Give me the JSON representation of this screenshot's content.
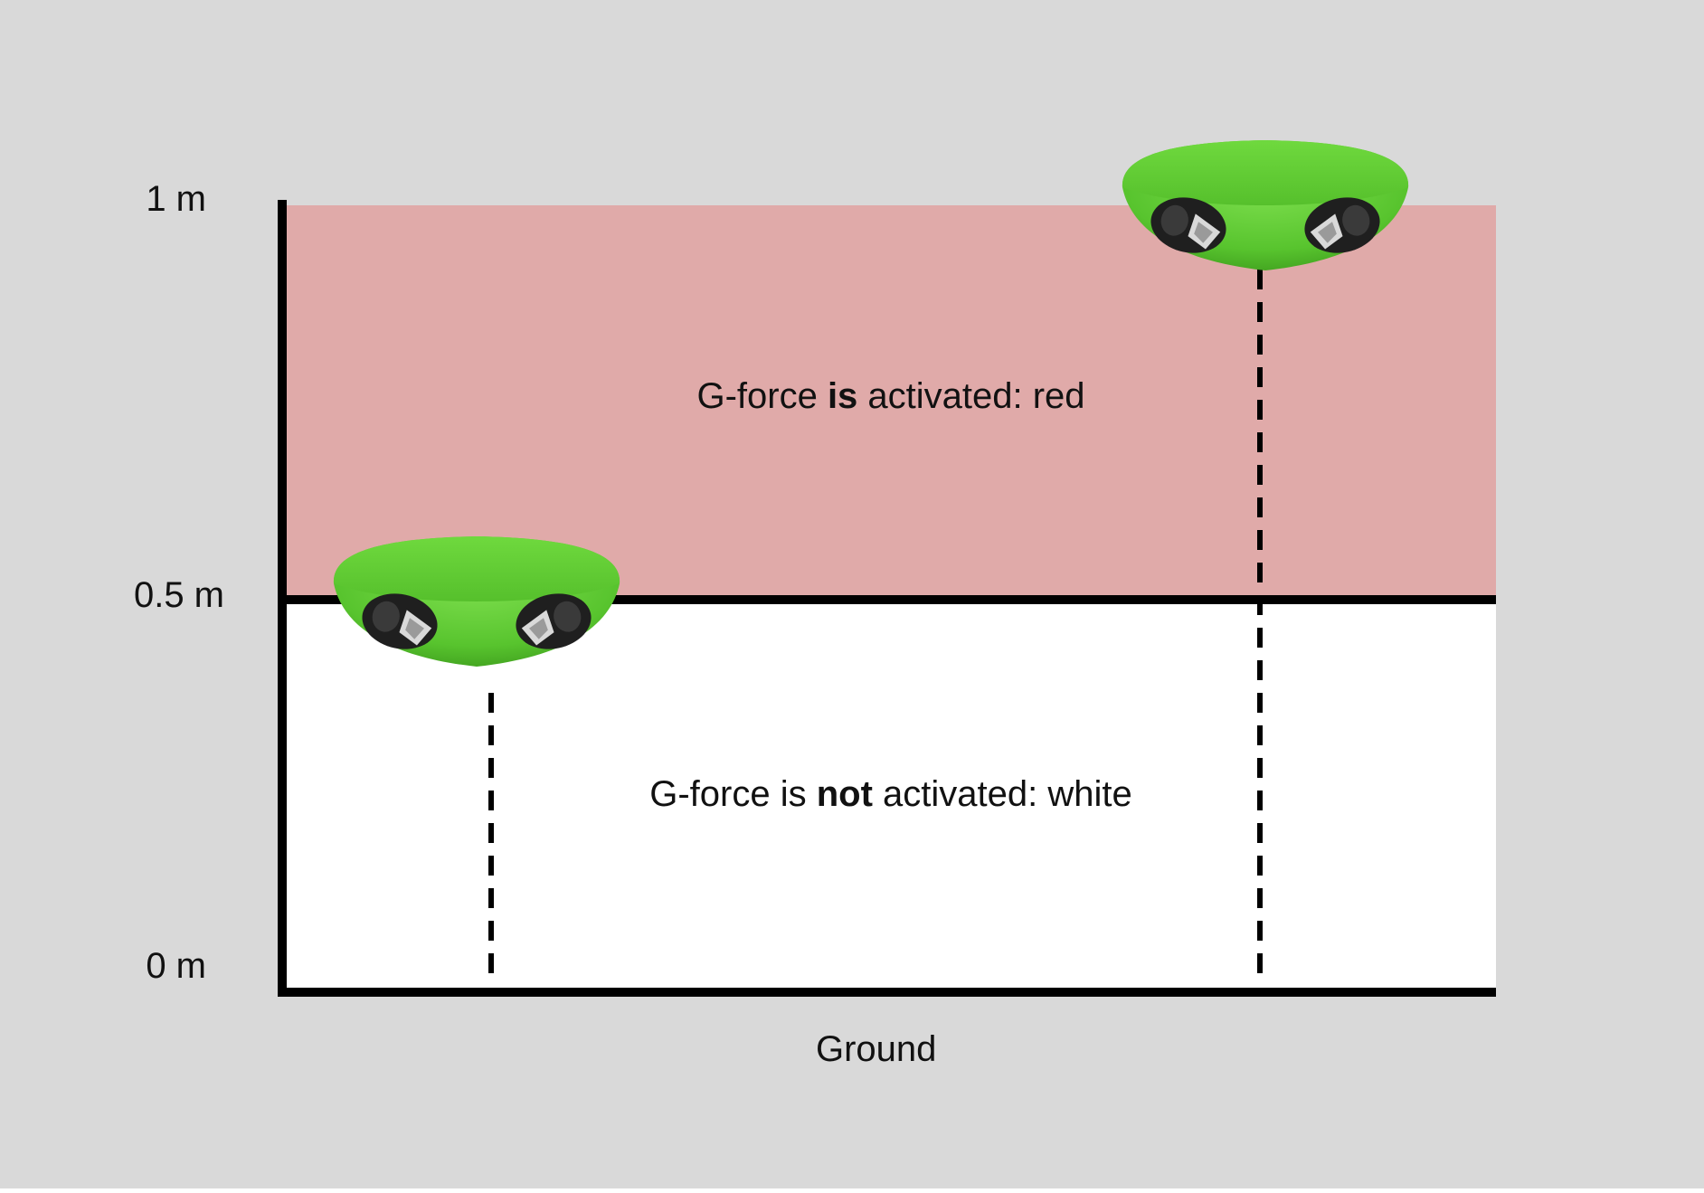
{
  "axis": {
    "ticks": [
      {
        "label": "1 m",
        "value": 1
      },
      {
        "label": "0.5 m",
        "value": 0.5
      },
      {
        "label": "0 m",
        "value": 0
      }
    ],
    "ground_label": "Ground"
  },
  "zones": {
    "upper": {
      "text_before": "G-force ",
      "text_bold": "is",
      "text_after": " activated: red",
      "color": "#e0aaa9"
    },
    "lower": {
      "text_before": "G-force is ",
      "text_bold": "not",
      "text_after": " activated: white",
      "color": "#ffffff"
    }
  },
  "devices": [
    {
      "name": "device-low",
      "height_m": 0.4
    },
    {
      "name": "device-high",
      "height_m": 0.9
    }
  ],
  "colors": {
    "background": "#d9d9d9",
    "axis": "#000000",
    "device_body": "#5cc634",
    "device_lens": "#2a2a2a"
  }
}
